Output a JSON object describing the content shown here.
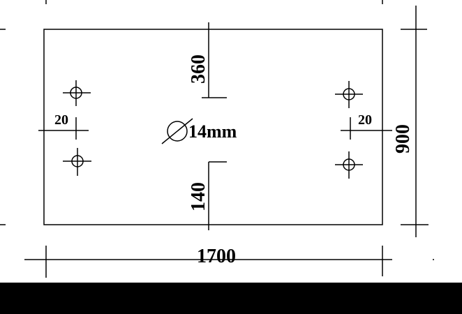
{
  "drawing": {
    "dimensions": {
      "overall_width": "1700",
      "overall_height": "900",
      "top_offset": "360",
      "bottom_offset": "140",
      "left_edge_offset": "20",
      "right_edge_offset": "20"
    },
    "hole_diameter_label": "14mm",
    "diameter_symbol": "∅",
    "colors": {
      "line": "#000000",
      "paper": "#ffffff",
      "border_band": "#000000"
    }
  }
}
